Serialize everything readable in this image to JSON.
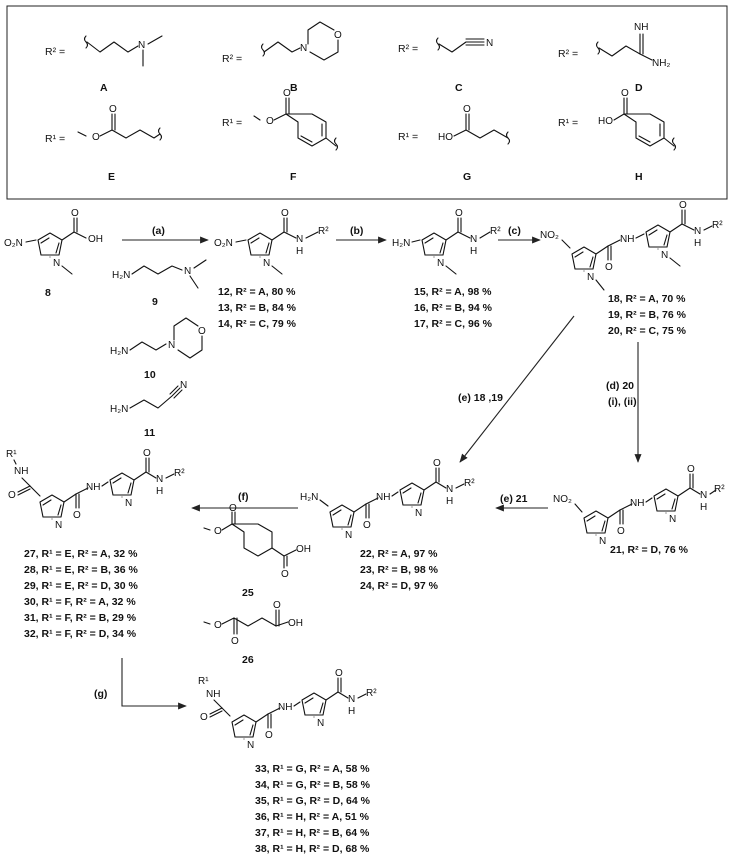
{
  "legend": {
    "r2_prefix": "R² =",
    "r1_prefix": "R¹ =",
    "substituents": [
      {
        "key": "A",
        "group": "R2"
      },
      {
        "key": "B",
        "group": "R2"
      },
      {
        "key": "C",
        "group": "R2"
      },
      {
        "key": "D",
        "group": "R2"
      },
      {
        "key": "E",
        "group": "R1"
      },
      {
        "key": "F",
        "group": "R1"
      },
      {
        "key": "G",
        "group": "R1"
      },
      {
        "key": "H",
        "group": "R1"
      }
    ]
  },
  "atoms": {
    "no2": "O₂N",
    "no2_right": "NO₂",
    "h2n": "H₂N",
    "oh": "OH",
    "ho": "HO",
    "nh": "NH",
    "n": "N",
    "h": "H",
    "o": "O",
    "nh2": "NH₂",
    "nh_imine": "NH",
    "r2": "R²",
    "r1": "R¹"
  },
  "compounds": {
    "c8": "8",
    "c9": "9",
    "c10": "10",
    "c11": "11",
    "c25": "25",
    "c26": "26"
  },
  "steps": {
    "a": "(a)",
    "b": "(b)",
    "c": "(c)",
    "d": "(d) 20",
    "d2": "(i), (ii)",
    "e1": "(e) 18 ,19",
    "e2": "(e) 21",
    "f": "(f)",
    "g": "(g)"
  },
  "yields": {
    "y12": [
      "12, R² = A, 80 %",
      "13, R² = B, 84 %",
      "14, R² = C, 79 %"
    ],
    "y15": [
      "15, R² = A, 98 %",
      "16, R² = B, 94 %",
      "17, R² = C, 96 %"
    ],
    "y18": [
      "18, R² = A, 70 %",
      "19, R² = B, 76 %",
      "20, R² = C, 75 %"
    ],
    "y21": [
      "21, R² = D, 76 %"
    ],
    "y22": [
      "22, R² = A, 97 %",
      "23, R² = B, 98 %",
      "24, R² = D, 97 %"
    ],
    "y27": [
      "27, R¹ = E, R² = A, 32 %",
      "28, R¹ = E, R² = B, 36 %",
      "29, R¹ = E, R² = D, 30 %",
      "30, R¹ = F, R² = A, 32 %",
      "31, R¹ = F, R² = B, 29 %",
      "32, R¹ = F, R² = D, 34 %"
    ],
    "y33": [
      "33, R¹ = G, R² = A, 58 %",
      "34, R¹ = G, R² = B, 58 %",
      "35, R¹ = G, R² = D, 64 %",
      "36, R¹ = H, R² = A, 51 %",
      "37, R¹ = H, R² = B, 64 %",
      "38, R¹ = H, R² = D, 68 %"
    ]
  }
}
